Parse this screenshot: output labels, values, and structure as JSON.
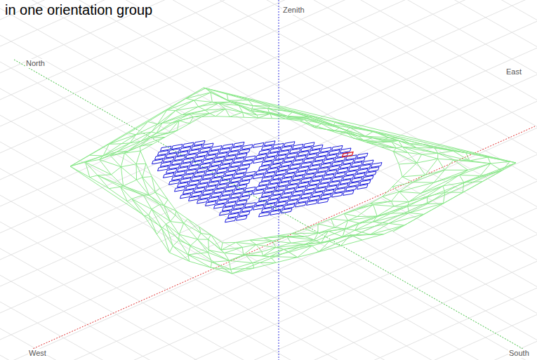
{
  "diagram": {
    "labels": [
      "in one orientation group",
      "Zenith",
      "North",
      "East",
      "West",
      "South"
    ]
  }
}
